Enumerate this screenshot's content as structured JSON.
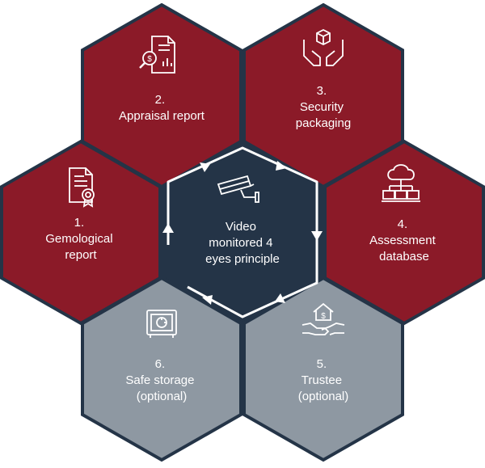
{
  "colors": {
    "red": "#8b1a28",
    "grey": "#8e98a2",
    "navy": "#243447",
    "outline": "#243447",
    "icon": "#ffffff"
  },
  "center": {
    "lines": [
      "Video",
      "monitored 4",
      "eyes principle"
    ],
    "icon": "security-camera-icon"
  },
  "steps": [
    {
      "id": "step-1",
      "lines": [
        "1.",
        "Gemological",
        "report"
      ],
      "icon": "certificate-document-icon",
      "color": "red"
    },
    {
      "id": "step-2",
      "lines": [
        "2.",
        "Appraisal report"
      ],
      "icon": "appraisal-document-icon",
      "color": "red"
    },
    {
      "id": "step-3",
      "lines": [
        "3.",
        "Security",
        "packaging"
      ],
      "icon": "hands-package-icon",
      "color": "red"
    },
    {
      "id": "step-4",
      "lines": [
        "4.",
        "Assessment",
        "database"
      ],
      "icon": "cloud-network-icon",
      "color": "red"
    },
    {
      "id": "step-5",
      "lines": [
        "5.",
        "Trustee",
        "(optional)"
      ],
      "icon": "handshake-house-icon",
      "color": "grey"
    },
    {
      "id": "step-6",
      "lines": [
        "6.",
        "Safe storage",
        "(optional)"
      ],
      "icon": "safe-icon",
      "color": "grey"
    }
  ]
}
